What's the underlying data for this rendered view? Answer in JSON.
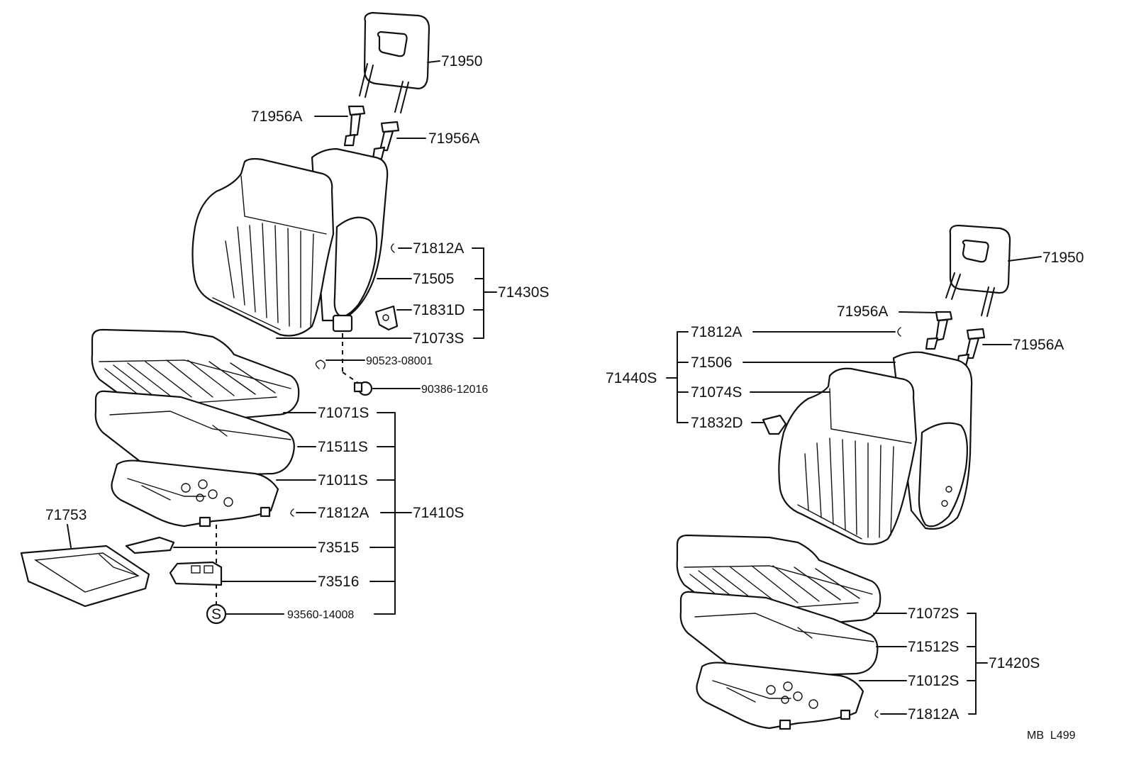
{
  "left_assembly": {
    "headrest": "71950",
    "support_left": "71956A",
    "support_right": "71956A",
    "back_clip": "71812A",
    "back_pad": "71505",
    "back_hinge": "71831D",
    "back_cover": "71073S",
    "back_group": "71430S",
    "nut_a": "90523-08001",
    "bolt_a": "90386-12016",
    "cushion_cover": "71071S",
    "cushion_pad": "71511S",
    "cushion_frame": "71011S",
    "cushion_clip": "71812A",
    "cushion_group": "71410S",
    "tray": "71753",
    "bracket_a": "73515",
    "bracket_b": "73516",
    "screw_marker": "S",
    "screw": "93560-14008"
  },
  "right_assembly": {
    "headrest": "71950",
    "support_left": "71956A",
    "support_right": "71956A",
    "back_clip": "71812A",
    "back_pad": "71506",
    "back_cover": "71074S",
    "back_hinge": "71832D",
    "back_group": "71440S",
    "cushion_cover": "71072S",
    "cushion_pad": "71512S",
    "cushion_frame": "71012S",
    "cushion_clip": "71812A",
    "cushion_group": "71420S"
  },
  "footer": {
    "code": "MB  L499"
  }
}
